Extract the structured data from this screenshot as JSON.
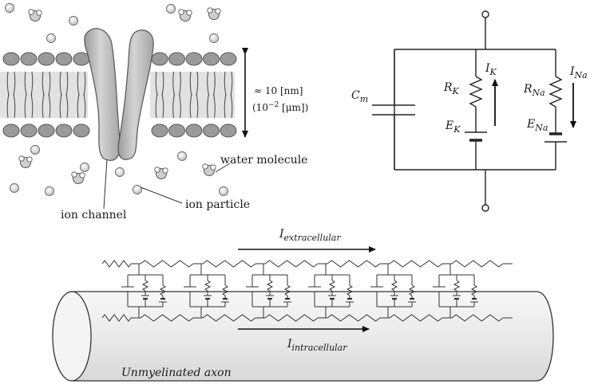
{
  "membrane": {
    "thickness_value": "≈ 10 [nm]",
    "thickness_alt_base": "(10",
    "thickness_alt_exp": "−2",
    "thickness_alt_unit": " [μm])",
    "labels": {
      "ion_channel": "ion channel",
      "ion_particle": "ion particle",
      "water_molecule": "water molecule"
    }
  },
  "circuit": {
    "capacitor": {
      "main": "C",
      "sub": "m"
    },
    "r_k": {
      "main": "R",
      "sub": "K"
    },
    "r_na": {
      "main": "R",
      "sub": "Na"
    },
    "e_k": {
      "main": "E",
      "sub": "K"
    },
    "e_na": {
      "main": "E",
      "sub": "Na"
    },
    "i_k": {
      "main": "I",
      "sub": "K"
    },
    "i_na": {
      "main": "I",
      "sub": "Na"
    }
  },
  "axon": {
    "label": "Unmyelinated axon",
    "i_extra": {
      "main": "I",
      "sub": "extracellular"
    },
    "i_intra": {
      "main": "I",
      "sub": "intracellular"
    }
  },
  "colors": {
    "lipid_head": "#9a9a9a",
    "channel": "#b8b8b8",
    "membrane_band": "#e2e2e2",
    "line": "#222222"
  }
}
